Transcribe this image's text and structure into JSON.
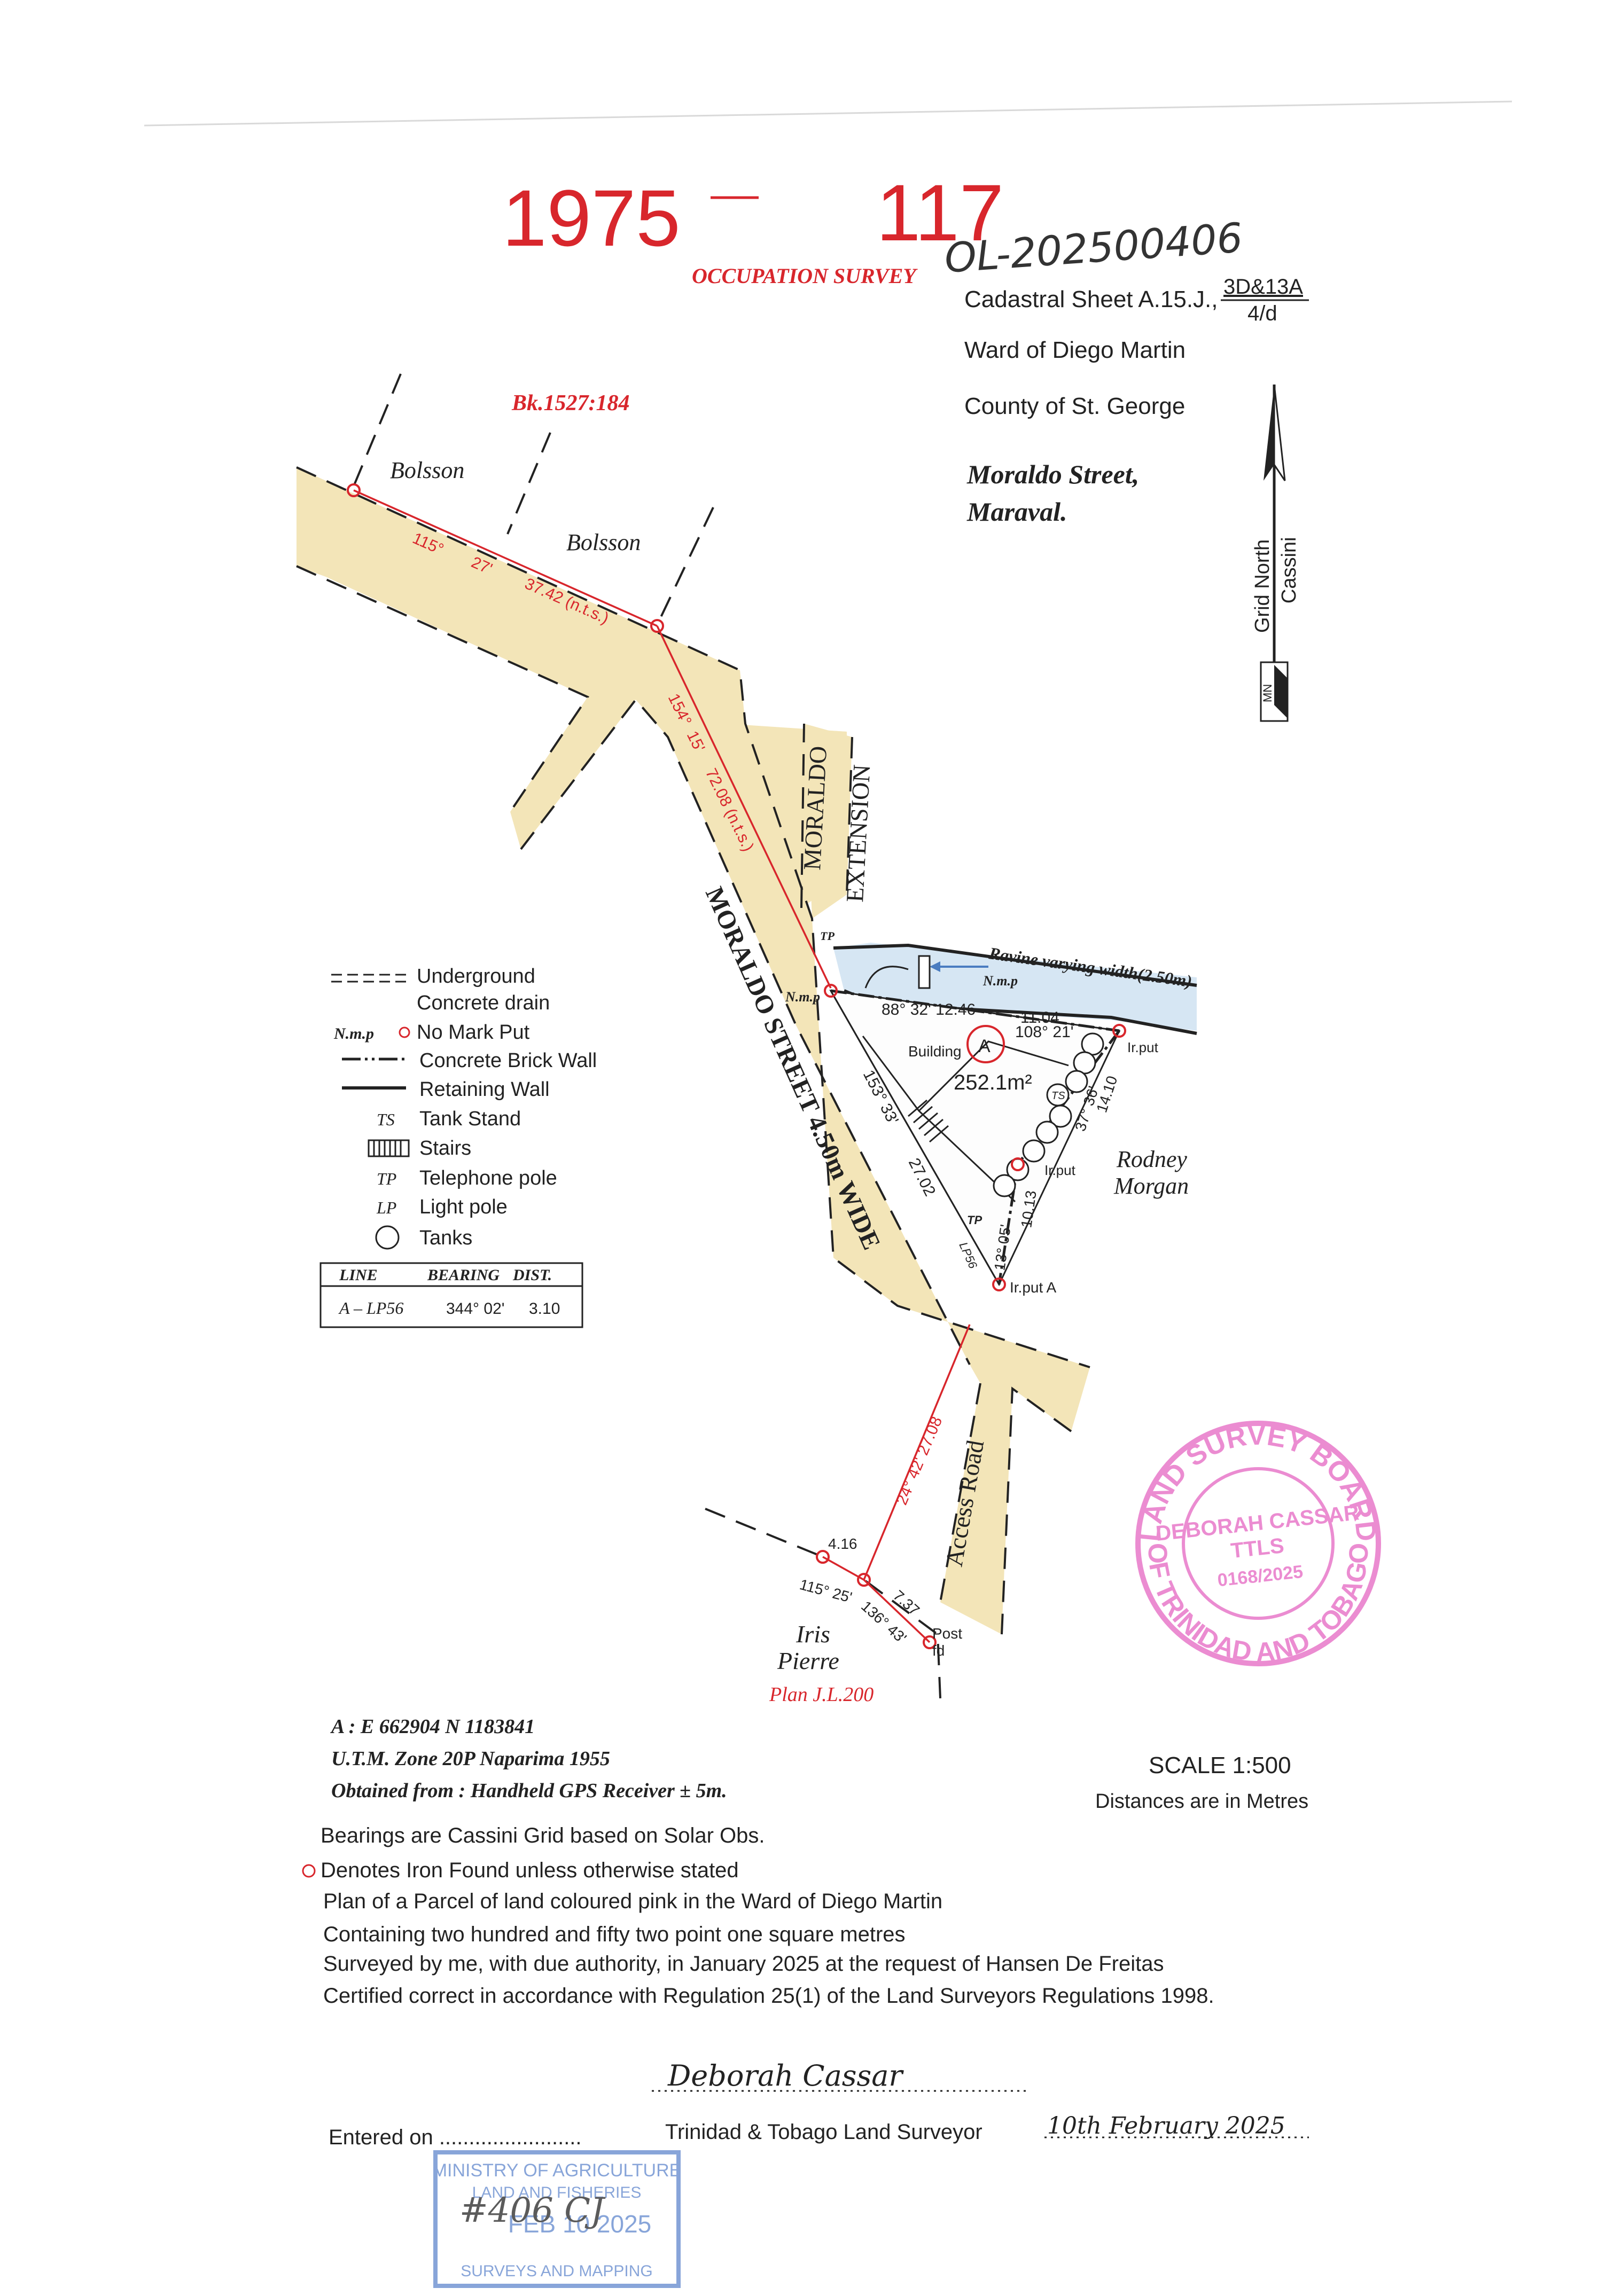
{
  "header": {
    "year": "1975",
    "number": "117",
    "title": "OCCUPATION SURVEY",
    "reference": "OL-202500406",
    "cadastral_prefix": "Cadastral Sheet A.15.J.,",
    "cadastral_top": "3D&13A",
    "cadastral_bottom": "4/d",
    "ward": "Ward of Diego Martin",
    "county": "County of St. George",
    "street": "Moraldo Street,",
    "area": "Maraval.",
    "north_label": "Grid North",
    "north_sub": "Cassini",
    "north_badge": "MN"
  },
  "map": {
    "book_ref": "Bk.1527:184",
    "owner_1": "Bolsson",
    "owner_2": "Bolsson",
    "bearing_nw_1": "115°",
    "bearing_nw_2": "27'",
    "dist_nw": "37.42 (n.t.s.)",
    "bearing_n_1": "154°",
    "bearing_n_2": "15'",
    "dist_n": "72.08 (n.t.s.)",
    "ext_label_1": "MORALDO",
    "ext_label_2": "EXTENSION",
    "street_label": "MORALDO STREET 4.50m WIDE",
    "tp_top": "TP",
    "nmp_left": "N.m.p",
    "ravine_label": "Ravine varying width(2.50m)",
    "nmp_right": "N.m.p",
    "dist_top": "88° 32' 12.46",
    "dist_ne_a": "11.04",
    "dist_ne_b": "108° 21'",
    "irput_ne": "Ir.put",
    "building": "Building",
    "parcel_letter": "A",
    "area": "252.1m²",
    "dist_east_1": "14.10",
    "bearing_east_1": "37° 36'",
    "ts_circle": "TS",
    "irput_mid": "Ir.put",
    "bearing_east_2": "13° 05'",
    "dist_east_2": "10.13",
    "bearing_west_1": "153° 33'",
    "dist_west": "27.02",
    "tp_lower": "TP",
    "lp_label": "LP56",
    "irput_a": "Ir.put A",
    "neighbor_east_1": "Rodney",
    "neighbor_east_2": "Morgan",
    "access_road": "Access Road",
    "dist_s": "24° 42' 27.08",
    "dist_sw_a": "4.16",
    "bearing_sw_a": "115° 25'",
    "bearing_sw_b": "136° 43'",
    "dist_sw_b": "7.37",
    "post_1": "Post",
    "post_2": "fd",
    "neighbor_sw_1": "Iris",
    "neighbor_sw_2": "Pierre",
    "plan_ref": "Plan J.L.200"
  },
  "legend": {
    "items": [
      {
        "symbol": "- - - - -",
        "label": "Underground"
      },
      {
        "symbol": "",
        "label": "Concrete drain"
      },
      {
        "symbol": "N.m.p",
        "label": "No Mark Put"
      },
      {
        "symbol": "— · · —",
        "label": "Concrete Brick Wall"
      },
      {
        "symbol": "———",
        "label": "Retaining Wall"
      },
      {
        "symbol": "TS",
        "label": "Tank Stand"
      },
      {
        "symbol": "",
        "label": "Stairs"
      },
      {
        "symbol": "TP",
        "label": "Telephone pole"
      },
      {
        "symbol": "LP",
        "label": "Light pole"
      },
      {
        "symbol": "",
        "label": "Tanks"
      }
    ],
    "table_headers": [
      "LINE",
      "BEARING",
      "DIST."
    ],
    "table_row": [
      "A – LP56",
      "344° 02'",
      "3.10"
    ]
  },
  "coords": {
    "line1": "A : E 662904   N 1183841",
    "line2": "U.T.M.  Zone 20P  Naparima 1955",
    "line3": "Obtained from : Handheld GPS Receiver ± 5m."
  },
  "scale": {
    "scale": "SCALE 1:500",
    "units": "Distances are in Metres"
  },
  "notes": {
    "line1": "Bearings are Cassini Grid based on Solar Obs.",
    "line2": "Denotes Iron Found unless otherwise stated",
    "line3": "Plan of a Parcel of land coloured pink in the Ward of Diego Martin",
    "line4": "Containing two hundred and fifty two point one square metres",
    "line5": "Surveyed by me, with due authority, in January 2025 at the request of Hansen De Freitas",
    "line6": "Certified correct in accordance with Regulation 25(1) of the Land Surveyors Regulations 1998."
  },
  "signature": {
    "signature": "Deborah Cassar",
    "entered_on": "Entered on ........................",
    "surveyor": "Trinidad & Tobago Land Surveyor",
    "date": "10th February 2025"
  },
  "stamp_pink": {
    "top": "LAND SURVEY BOARD",
    "bottom": "OF TRINIDAD AND TOBAGO",
    "name": "DEBORAH CASSAR",
    "title": "TTLS",
    "number": "0168/2025"
  },
  "stamp_blue": {
    "line1": "MINISTRY OF AGRICULTURE",
    "line2": "LAND AND FISHERIES",
    "date": "FEB 10 2025",
    "line4": "SURVEYS AND MAPPING",
    "handwritten": "#406 CJ"
  },
  "colors": {
    "road": "#f3e5b8",
    "red": "#d8262c",
    "ravine": "#d6e6f3",
    "pink_stamp": "#e879c9",
    "blue_stamp": "#6b8fd0"
  }
}
